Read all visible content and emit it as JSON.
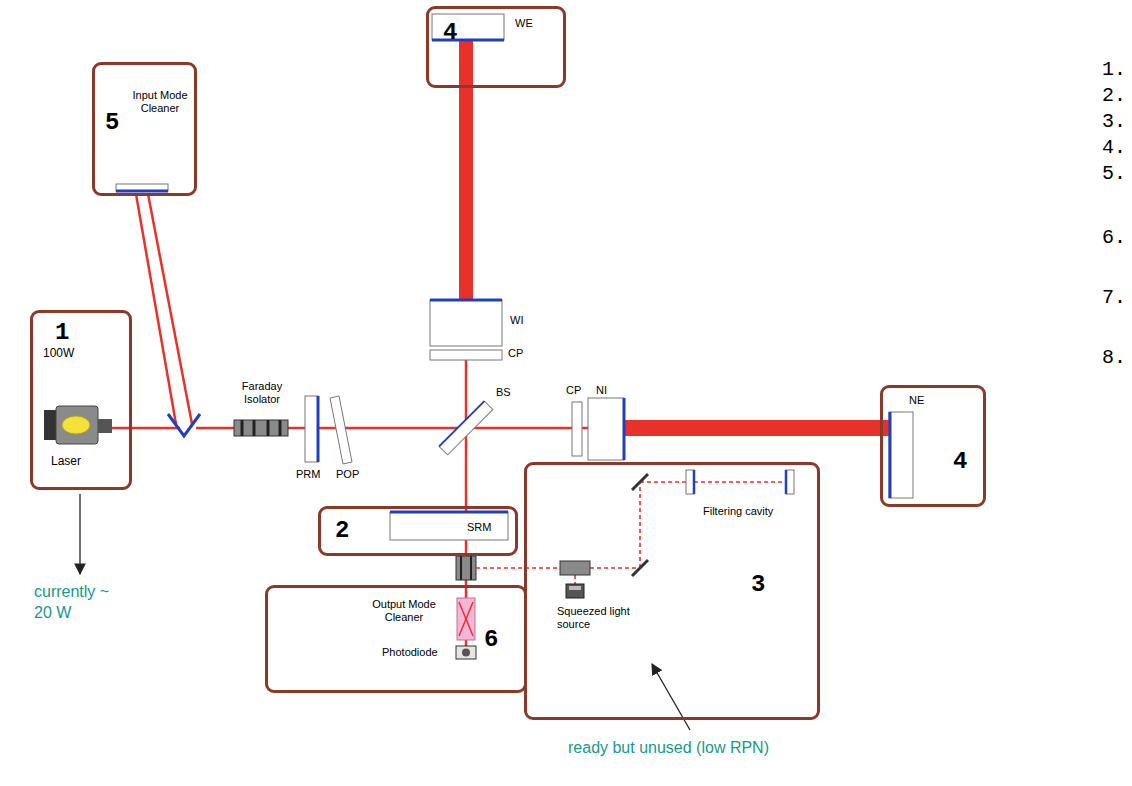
{
  "diagram": {
    "nodes": [
      {
        "text": [
          "4",
          "WE"
        ]
      },
      {
        "text": [
          "5",
          "Input Mode Cleaner"
        ]
      },
      {
        "text": [
          "1",
          "100W",
          "Laser"
        ]
      },
      {
        "text": [
          "NE",
          "4"
        ]
      },
      {
        "text": [
          "2",
          "SRM"
        ]
      },
      {
        "text": [
          "Filtering cavity",
          "3",
          "Squeezed light source"
        ]
      },
      {
        "text": [
          "Output Mode Cleaner",
          "6",
          "Photodiode"
        ]
      }
    ],
    "labels": [
      "Faraday Isolator",
      "PRM",
      "POP",
      "WI",
      "CP",
      "BS",
      "CP",
      "NI",
      "1.",
      "2.",
      "3.",
      "4.",
      "5.",
      "6.",
      "7.",
      "8.",
      "currently ~ 20 W",
      "ready but unused (low RPN)"
    ]
  }
}
